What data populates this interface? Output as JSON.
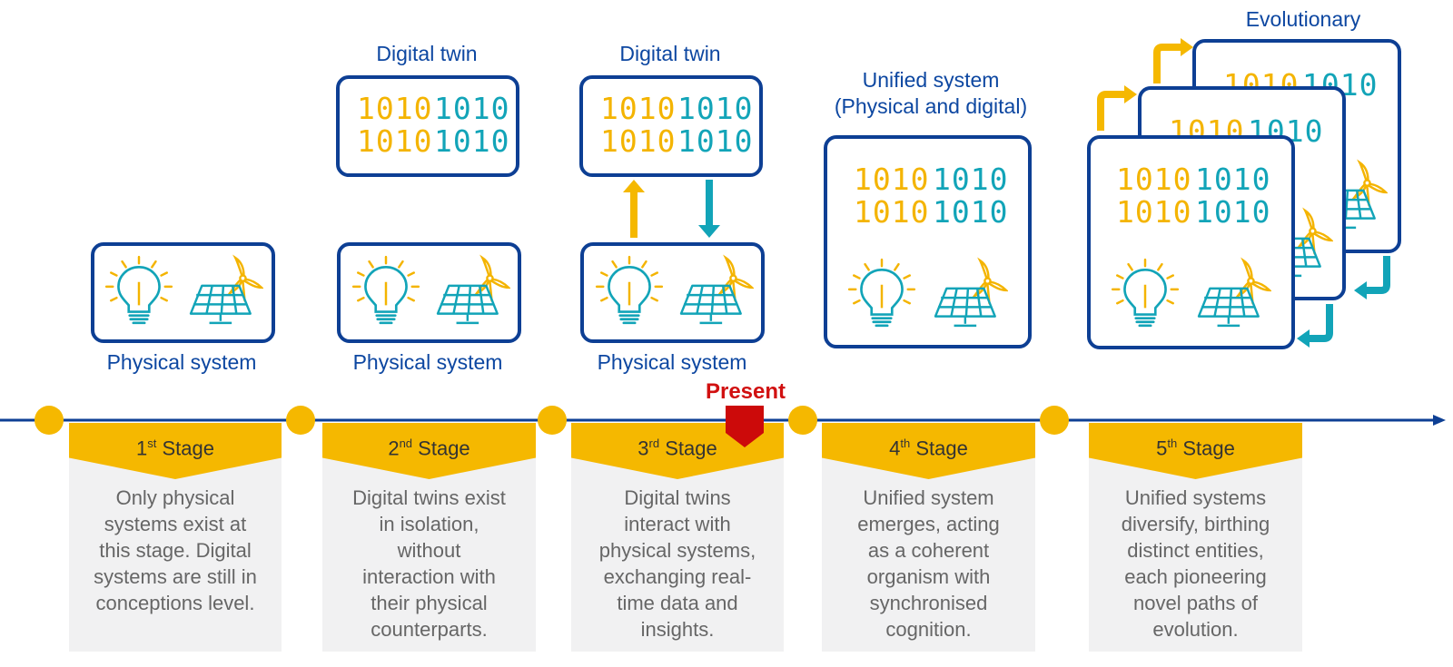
{
  "labels": {
    "physical_system": "Physical system",
    "digital_twin": "Digital twin",
    "unified_line1": "Unified system",
    "unified_line2": "(Physical and digital)",
    "evolutionary": "Evolutionary",
    "present": "Present"
  },
  "binary": {
    "a": "1010",
    "b": "1010"
  },
  "stages": [
    {
      "num": "1",
      "suffix": "st",
      "word": "Stage",
      "desc": [
        "Only physical",
        "systems exist at",
        "this stage. Digital",
        "systems are still in",
        "conceptions level."
      ]
    },
    {
      "num": "2",
      "suffix": "nd",
      "word": "Stage",
      "desc": [
        "Digital twins exist",
        "in isolation,",
        "without",
        "interaction with",
        "their physical",
        "counterparts."
      ]
    },
    {
      "num": "3",
      "suffix": "rd",
      "word": "Stage",
      "desc": [
        "Digital twins",
        "interact with",
        "physical systems,",
        "exchanging real-",
        "time data and",
        "insights."
      ]
    },
    {
      "num": "4",
      "suffix": "th",
      "word": "Stage",
      "desc": [
        "Unified system",
        "emerges, acting",
        "as a coherent",
        "organism with",
        "synchronised",
        "cognition."
      ]
    },
    {
      "num": "5",
      "suffix": "th",
      "word": "Stage",
      "desc": [
        "Unified systems",
        "diversify, birthing",
        "distinct entities,",
        "each pioneering",
        "novel paths of",
        "evolution."
      ]
    }
  ],
  "colors": {
    "navy": "#0d3f94",
    "gold": "#f5b800",
    "teal": "#12a4b8",
    "present_red": "#d11010"
  }
}
